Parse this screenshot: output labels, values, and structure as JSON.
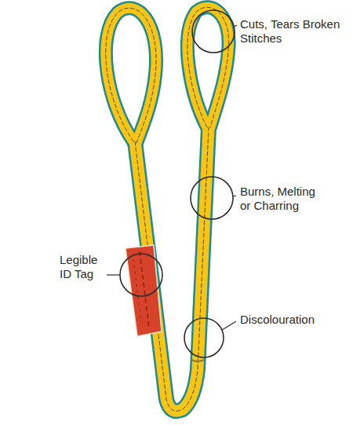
{
  "diagram": {
    "labels": [
      "Cuts, Tears Broken Stitches",
      "Burns, Melting or Charring",
      "Legible ID Tag",
      "Discolouration"
    ]
  }
}
